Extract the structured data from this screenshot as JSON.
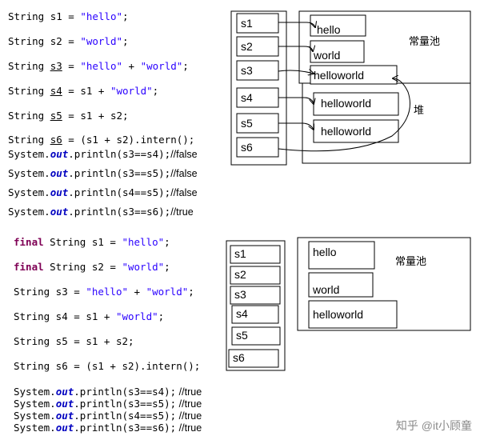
{
  "top_code": {
    "lines": [
      {
        "kind": "decl",
        "type": "String",
        "var": "s1",
        "eq": " = ",
        "rhs": [
          {
            "t": "\"hello\"",
            "c": "str"
          }
        ],
        "end": ";",
        "underline": false
      },
      {
        "kind": "decl",
        "type": "String",
        "var": "s2",
        "eq": " = ",
        "rhs": [
          {
            "t": "\"world\"",
            "c": "str"
          }
        ],
        "end": ";",
        "underline": false
      },
      {
        "kind": "decl",
        "type": "String",
        "var": "s3",
        "eq": " = ",
        "rhs": [
          {
            "t": "\"hello\"",
            "c": "str"
          },
          {
            "t": " + ",
            "c": ""
          },
          {
            "t": "\"world\"",
            "c": "str"
          }
        ],
        "end": ";",
        "underline": true
      },
      {
        "kind": "decl",
        "type": "String",
        "var": "s4",
        "eq": " = ",
        "rhs": [
          {
            "t": "s1 + ",
            "c": ""
          },
          {
            "t": "\"world\"",
            "c": "str"
          }
        ],
        "end": ";",
        "underline": true
      },
      {
        "kind": "decl",
        "type": "String",
        "var": "s5",
        "eq": " = ",
        "rhs": [
          {
            "t": "s1 + s2",
            "c": ""
          }
        ],
        "end": ";",
        "underline": true
      },
      {
        "kind": "decl",
        "type": "String",
        "var": "s6",
        "eq": " = ",
        "rhs": [
          {
            "t": "(s1 + s2).intern()",
            "c": ""
          }
        ],
        "end": ";",
        "underline": true
      }
    ],
    "prints": [
      {
        "expr": "(s3==s4);",
        "comment": "//false"
      },
      {
        "expr": "(s3==s5);",
        "comment": "//false"
      },
      {
        "expr": "(s4==s5);",
        "comment": "//false"
      },
      {
        "expr": "(s3==s6);",
        "comment": "//true"
      }
    ]
  },
  "bottom_code": {
    "final_kw": "final",
    "lines": [
      {
        "final": true,
        "type": "String",
        "var": "s1",
        "rhs": [
          {
            "t": "\"hello\"",
            "c": "str"
          }
        ]
      },
      {
        "final": true,
        "type": "String",
        "var": "s2",
        "rhs": [
          {
            "t": "\"world\"",
            "c": "str"
          }
        ]
      },
      {
        "final": false,
        "type": "String",
        "var": "s3",
        "rhs": [
          {
            "t": "\"hello\"",
            "c": "str"
          },
          {
            "t": " + ",
            "c": ""
          },
          {
            "t": "\"world\"",
            "c": "str"
          }
        ]
      },
      {
        "final": false,
        "type": "String",
        "var": "s4",
        "rhs": [
          {
            "t": "s1 + ",
            "c": ""
          },
          {
            "t": "\"world\"",
            "c": "str"
          }
        ]
      },
      {
        "final": false,
        "type": "String",
        "var": "s5",
        "rhs": [
          {
            "t": "s1 + s2",
            "c": ""
          }
        ]
      },
      {
        "final": false,
        "type": "String",
        "var": "s6",
        "rhs": [
          {
            "t": "(s1 + s2).intern()",
            "c": ""
          }
        ]
      }
    ],
    "prints": [
      {
        "expr": "(s3==s4);",
        "comment": " //true"
      },
      {
        "expr": "(s3==s5);",
        "comment": " //true"
      },
      {
        "expr": "(s4==s5);",
        "comment": " //true"
      },
      {
        "expr": "(s3==s6);",
        "comment": " //true"
      }
    ]
  },
  "print_parts": {
    "sys": "System.",
    "out": "out",
    "println": ".println"
  },
  "top_diagram": {
    "vars": [
      "s1",
      "s2",
      "s3",
      "s4",
      "s5",
      "s6"
    ],
    "pool_label": "常量池",
    "heap_label": "堆",
    "pool_items": [
      "hello",
      "world",
      "helloworld"
    ],
    "heap_items": [
      "helloworld",
      "helloworld"
    ]
  },
  "bottom_diagram": {
    "vars": [
      "s1",
      "s2",
      "s3",
      "s4",
      "s5",
      "s6"
    ],
    "pool_label": "常量池",
    "pool_items": [
      "hello",
      "world",
      "helloworld"
    ]
  },
  "watermark": "知乎 @it小顾童"
}
